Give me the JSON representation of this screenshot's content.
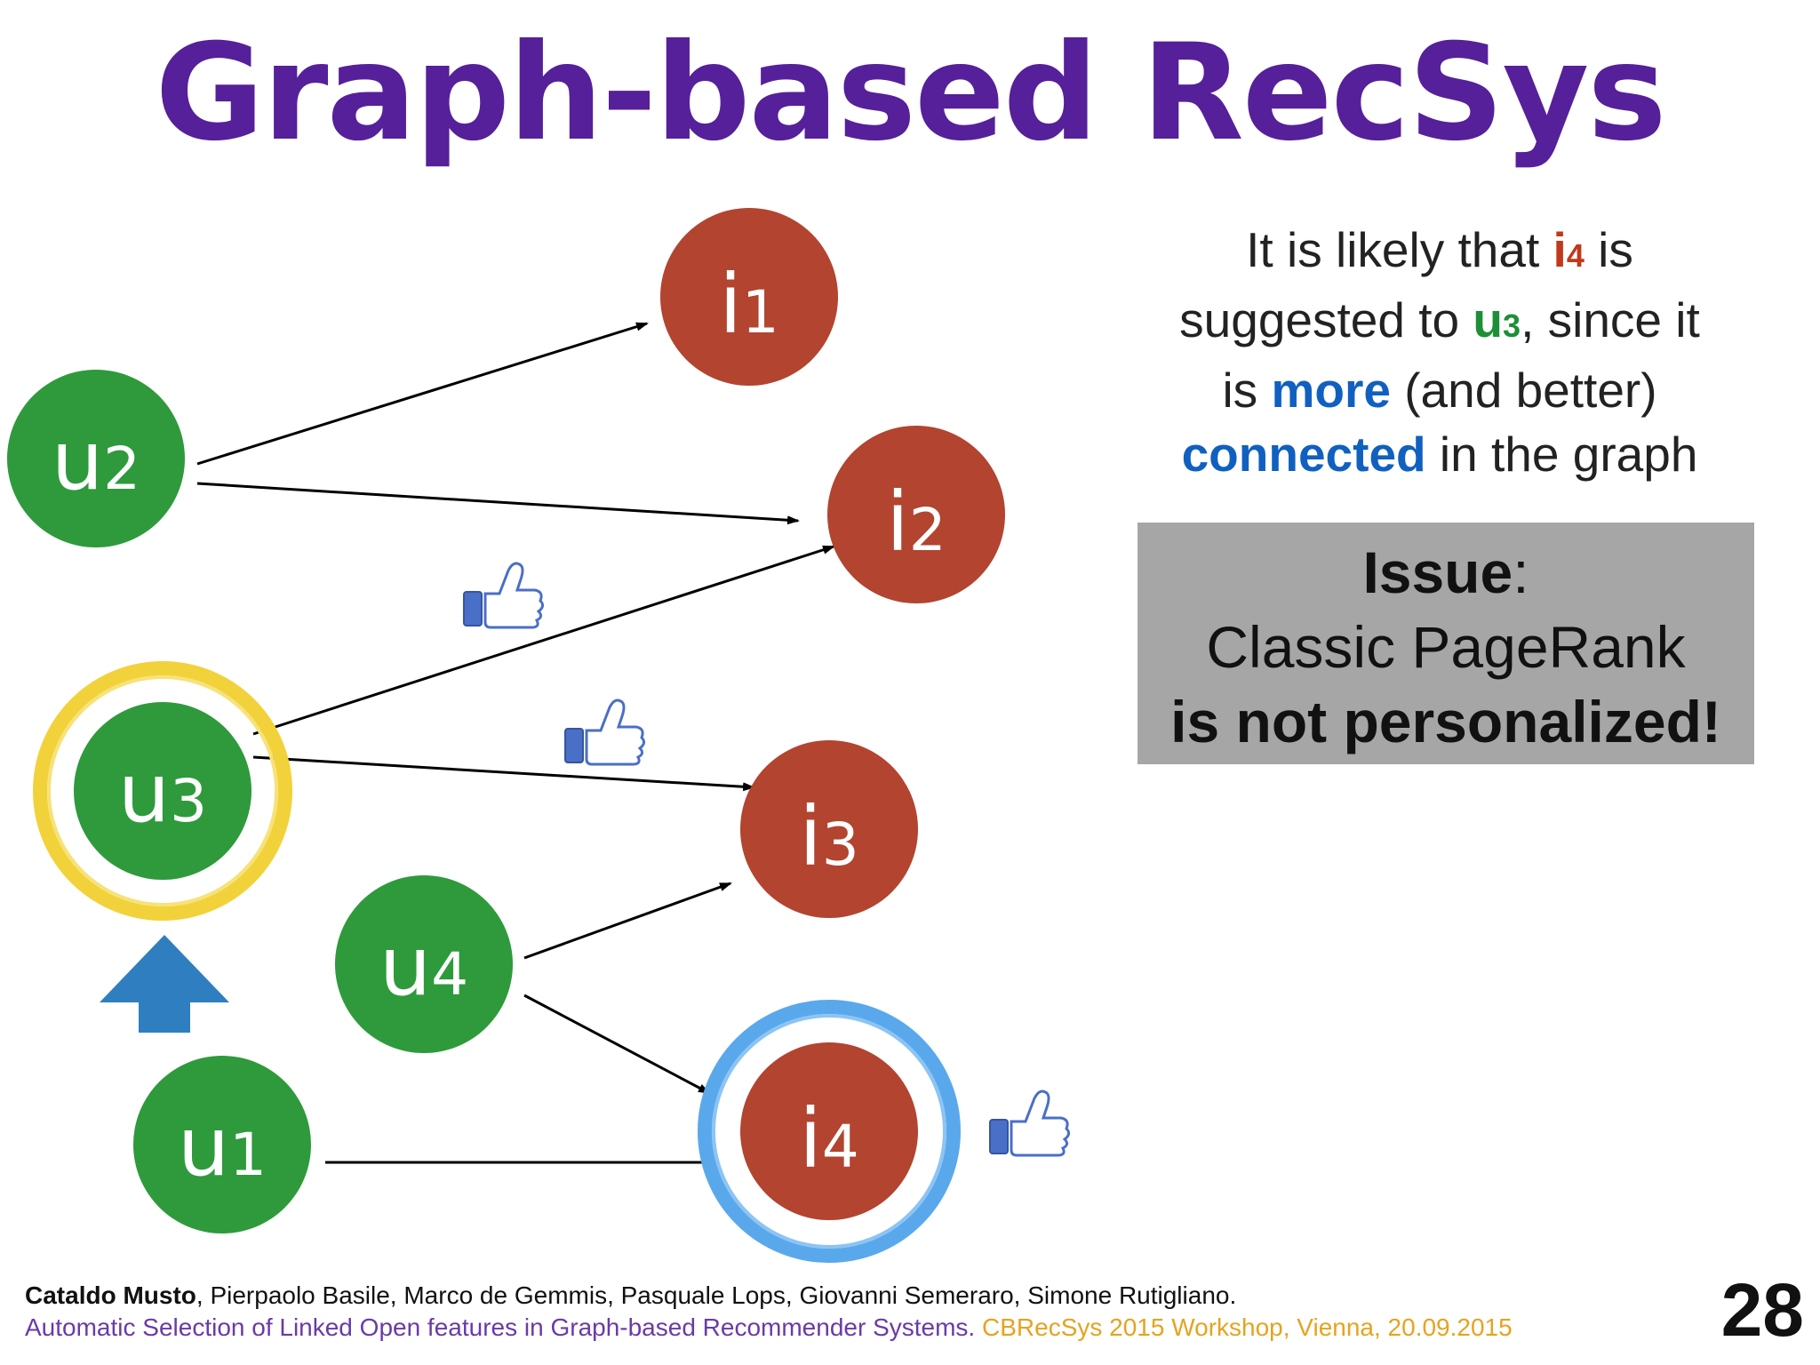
{
  "slide": {
    "title": "Graph-based RecSys",
    "slide_number": "28"
  },
  "nodes": {
    "u1": {
      "base": "u",
      "sub": "1"
    },
    "u2": {
      "base": "u",
      "sub": "2"
    },
    "u3": {
      "base": "u",
      "sub": "3"
    },
    "u4": {
      "base": "u",
      "sub": "4"
    },
    "i1": {
      "base": "i",
      "sub": "1"
    },
    "i2": {
      "base": "i",
      "sub": "2"
    },
    "i3": {
      "base": "i",
      "sub": "3"
    },
    "i4": {
      "base": "i",
      "sub": "4"
    }
  },
  "edges": [
    {
      "from": "u2",
      "to": "i1"
    },
    {
      "from": "u2",
      "to": "i2"
    },
    {
      "from": "u3",
      "to": "i2"
    },
    {
      "from": "u3",
      "to": "i3"
    },
    {
      "from": "u4",
      "to": "i3"
    },
    {
      "from": "u4",
      "to": "i4"
    },
    {
      "from": "u1",
      "to": "i4"
    }
  ],
  "explanation": {
    "p1": "It is likely that ",
    "i4_base": "i",
    "i4_sub": "4",
    "p2": " is",
    "p3": "suggested to ",
    "u3_base": "u",
    "u3_sub": "3",
    "p4": ", since it",
    "p5": "is ",
    "more": "more",
    "p6": " (and better)",
    "connected": "connected",
    "p7": " in the graph"
  },
  "issue": {
    "label": "Issue",
    "colon": ":",
    "line2": "Classic PageRank",
    "line3": "is not personalized!"
  },
  "footer": {
    "lead_author": "Cataldo Musto",
    "other_authors": ", Pierpaolo Basile, Marco de Gemmis, Pasquale Lops, Giovanni Semeraro, Simone Rutigliano.",
    "paper_title": "Automatic Selection of Linked Open features in Graph-based Recommender Systems.",
    "venue": " CBRecSys 2015 Workshop, Vienna, 20.09.2015"
  },
  "colors": {
    "title": "#55209a",
    "user_node": "#2e9a3c",
    "item_node": "#b24430",
    "highlight_user": "#f2d23a",
    "highlight_item": "#5aa8ec",
    "up_arrow": "#2f7fc0",
    "thumb": "#4a6fc7",
    "emph_blue": "#1060c0",
    "emph_red": "#c0391b",
    "emph_green": "#1d8f36",
    "paper_title": "#6a3aa8",
    "venue": "#e6a320"
  },
  "icons": [
    "thumbs-up-icon",
    "up-arrow-icon"
  ]
}
